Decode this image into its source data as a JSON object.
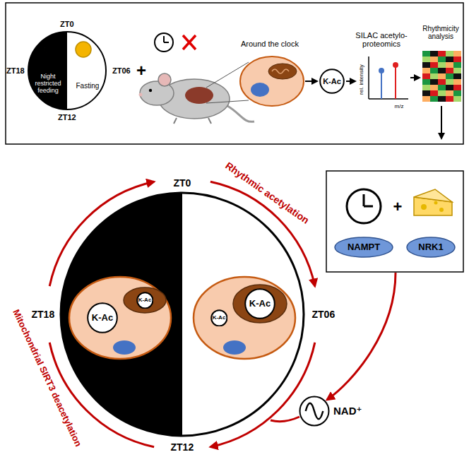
{
  "diagram": {
    "nodes": [
      {
        "text": [
          "K-Ac"
        ]
      },
      {
        "text": [
          "K-Ac"
        ]
      },
      {
        "text": [
          "K-Ac"
        ]
      },
      {
        "text": [
          "K-Ac"
        ]
      },
      {
        "text": [
          "K-Ac"
        ]
      },
      {
        "text": [
          "NAMPT"
        ]
      },
      {
        "text": [
          "NRK1"
        ]
      },
      {
        "text": [
          "NAD⁺"
        ]
      }
    ],
    "labels": [
      "ZT0",
      "ZT06",
      "ZT12",
      "ZT18",
      "Night restricted feeding",
      "Fasting",
      "+",
      "Around the clock",
      "SILAC acetylo-proteomics",
      "rel. intensity",
      "m/z",
      "Rhythmicity analysis",
      "ZT0",
      "ZT06",
      "ZT12",
      "ZT18",
      "Rhythmic acetylation",
      "Mitochondrial SIRT3 deacetylation",
      "+"
    ]
  }
}
